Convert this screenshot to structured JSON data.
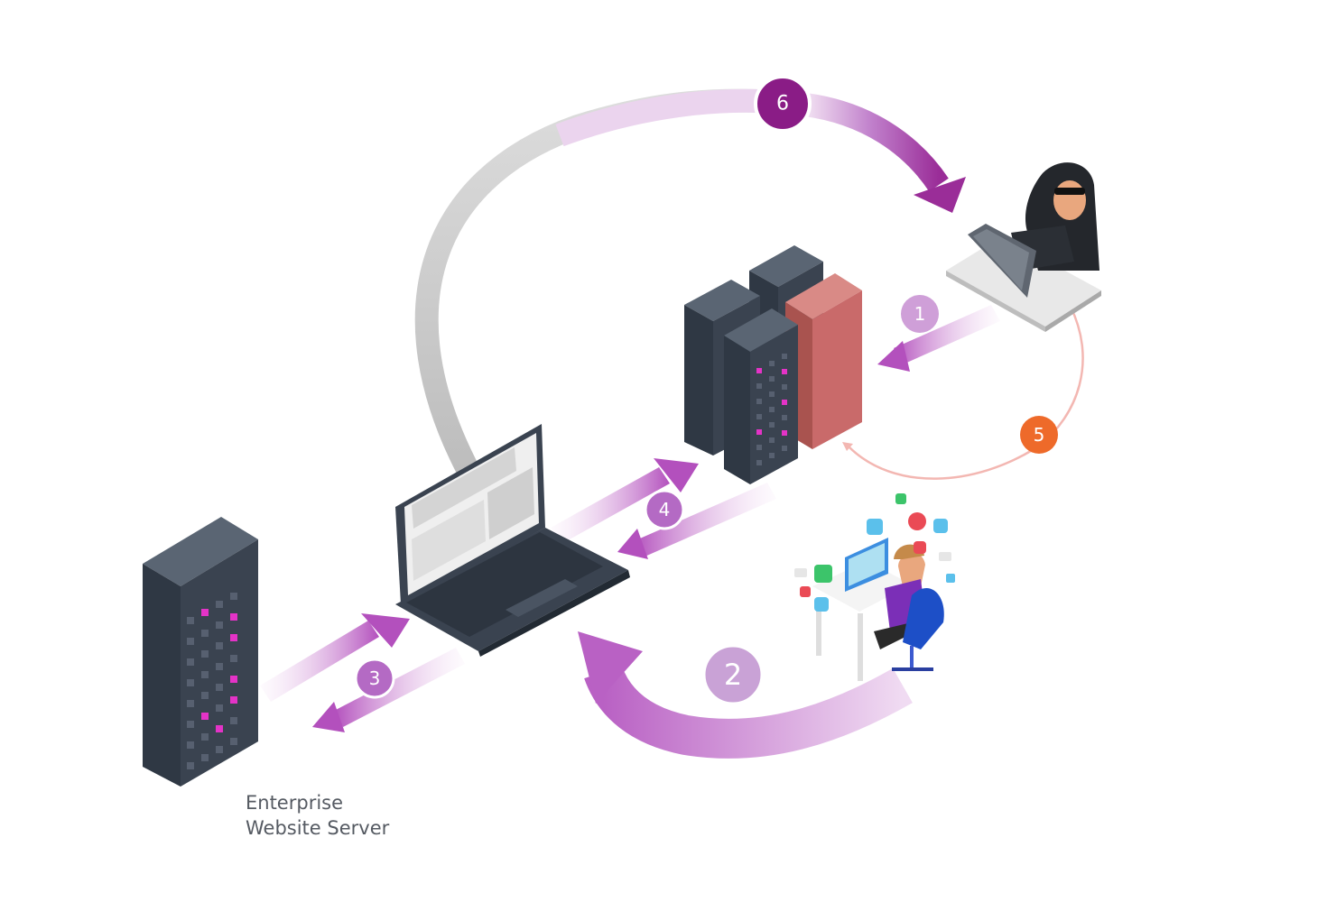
{
  "steps": {
    "s1": "1",
    "s2": "2",
    "s3": "3",
    "s4": "4",
    "s5": "5",
    "s6": "6"
  },
  "server_label": {
    "line1": "Enterprise",
    "line2": "Website Server"
  },
  "colors": {
    "purple_dark": "#8a1c86",
    "purple_mid": "#b46ac4",
    "purple_light": "#cf9fd8",
    "orange": "#ee6a2a",
    "server_dark": "#3a4350",
    "server_red": "#c96a6a",
    "pink_led": "#e433c7"
  }
}
